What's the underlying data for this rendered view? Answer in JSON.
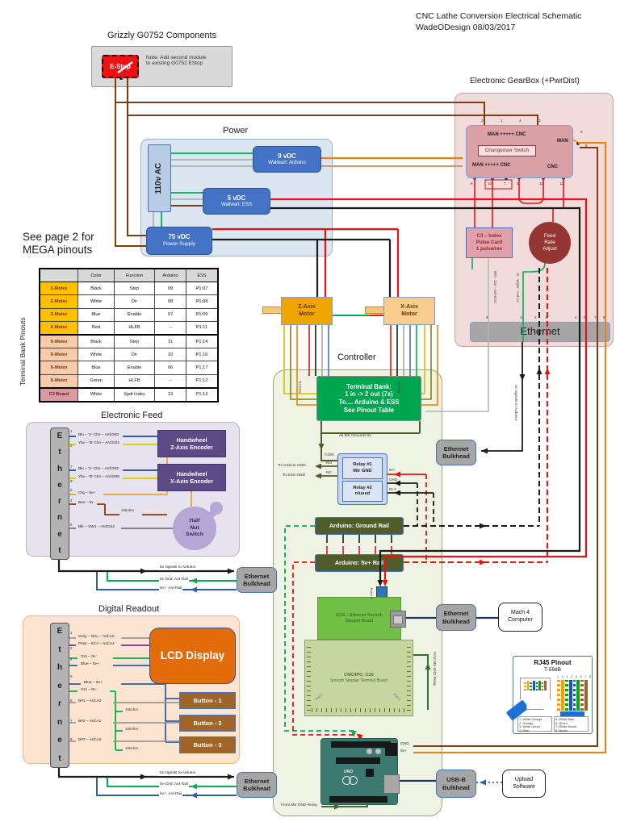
{
  "title": {
    "line1": "CNC Lathe Conversion Electrical Schematic",
    "line2": "WadeODesign 08/03/2017"
  },
  "grizzly": {
    "title": "Grizzly G0752 Components",
    "estop": "E-Stop",
    "note1": "Note: Add second module",
    "note2": "to existing G0752 EStop"
  },
  "power": {
    "title": "Power",
    "ac": "110v AC",
    "w9_line1": "9 vDC",
    "w9_line2": "Wallwart: Arduino",
    "w5_line1": "5 vDC",
    "w5_line2": "Wallwart: ESS",
    "ps_line1": "75 vDC",
    "ps_line2": "Power Supply"
  },
  "mega_note": {
    "line1": "See page 2 for",
    "line2": "MEGA pinouts"
  },
  "pinout_table": {
    "side_label": "Terminal Bank Pinouts",
    "headers": [
      "",
      "Color",
      "Function",
      "Arduino",
      "ESS"
    ],
    "rows": [
      [
        "Z-Motor",
        "Black",
        "Step",
        "09",
        "P1:07"
      ],
      [
        "Z-Motor",
        "White",
        "Dir",
        "08",
        "P1:08"
      ],
      [
        "Z-Motor",
        "Blue",
        "Enable",
        "07",
        "P1:09"
      ],
      [
        "Z-Motor",
        "Red",
        "HLFB",
        "--",
        "P1:11"
      ],
      [
        "X-Motor",
        "Black",
        "Step",
        "11",
        "P1:14"
      ],
      [
        "X-Motor",
        "White",
        "Dir",
        "10",
        "P1:16"
      ],
      [
        "X-Motor",
        "Blue",
        "Enable",
        "06",
        "P1:17"
      ],
      [
        "X-Motor",
        "Green",
        "HLFB",
        "--",
        "P1:12"
      ],
      [
        "C3 Board",
        "White",
        "Spdl Index",
        "13",
        "P1:13"
      ]
    ]
  },
  "gearbox": {
    "title": "Electronic GearBox (+PwrDist)",
    "man_cnc_top": "MAN +++++ CNC",
    "changeover": "Changeover Switch",
    "man_cnc_bottom": "MAN +++++ CNC",
    "cnc": "CNC",
    "man": "MAN",
    "pin1": "1",
    "pin2": "2",
    "pin3": "3",
    "pin4": "4",
    "pin5": "5",
    "pin6": "6",
    "pin7": "7",
    "pin8": "8",
    "pin9": "9",
    "pin10": "10",
    "pin11": "11",
    "pin12": "12",
    "c3_line1": "C3 – Index",
    "c3_line2": "Pulse Card",
    "c3_line3": "1 pulse/rev",
    "feed_line1": "Feed",
    "feed_line2": "Rate",
    "feed_line3": "Adjust",
    "wht_label": "Wht - Out - Ard+ESS",
    "gr_label": "Gr - Wiper - Ard:A3",
    "ethernet": "Ethernet",
    "epin6": "6",
    "epin3": "3",
    "epin2": "2",
    "epin1": "1",
    "epin4": "4",
    "epin5": "5",
    "epin7": "7",
    "epin8": "8"
  },
  "motors": {
    "z_line1": "Z-Axis",
    "z_line2": "Motor",
    "x_line1": "X-Axis",
    "x_line2": "Motor",
    "to_ess": "To ESS"
  },
  "controller": {
    "title": "Controller",
    "tb_line1": "Terminal Bank:",
    "tb_line2": "1 in -> 2 out  (7x)",
    "tb_line3": "To....  Arduino & ESS",
    "tb_line4": "See Pinout Table",
    "grounds": "All Mtr Grounds 6x",
    "com": "COM",
    "no": "NO",
    "nc": "NC",
    "to_arduino_gnd": "To Arduino GND",
    "to_ess_gnd": "To ESS GND",
    "relay1_line1": "Relay #1",
    "relay1_line2": "Mtr GND",
    "relay2_line1": "Relay #2",
    "relay2_line2": "n/used",
    "v5": "5v+",
    "gnd": "GND",
    "in1": "IN-1",
    "rail_gnd": "Arduino: Ground Rail",
    "rail_5v": "Arduino: 5v+ Rail",
    "ess_line1": "ESS – Ethernet Smooth",
    "ess_line2": "Stepper Board",
    "power_in": "Power In",
    "c25_line1": "CNC4PC: C25",
    "c25_line2": "Smooth Stepper Terminal Board",
    "port1": "Port 1",
    "port2": "Port 2",
    "from_relay": "From Mtr GND Relay",
    "sig2": "2x signals to Arduino"
  },
  "bulkhead": {
    "line1": "Ethernet",
    "line2": "Bulkhead",
    "usb_line1": "USB-B",
    "usb_line2": "Bulkhead"
  },
  "mach4": {
    "line1": "Mach 4",
    "line2": "Computer"
  },
  "upload": {
    "line1": "Upload",
    "line2": "Software"
  },
  "rj45": {
    "title": "RJ45 Pinout",
    "subtitle": "T-568B",
    "pin_numbers": "1 2 3 4 5 6 7 8",
    "legend_left": [
      "1. White Orange",
      "2. Orange",
      "3. White Green",
      "4. Blue"
    ],
    "legend_right": [
      "5. White Blue",
      "6. Green",
      "7. White Brown",
      "8. Brown"
    ]
  },
  "feed": {
    "title": "Electronic Feed",
    "ethernet": "Ethernet",
    "pins": [
      "1",
      "2",
      "7",
      "8",
      "5",
      "4",
      "6"
    ],
    "wires": [
      "Blu – 'A' Chn – Ard:D03",
      "Ylw – 'B' Chn – Ard:D04",
      "Blu – 'A' Chn – Ard:D02",
      "Ylw – 'B' Chn – Ard:D05",
      "Org – 5v+",
      "Brw – 0v",
      "Blk – SW1 – Ard:D12"
    ],
    "resistor": "10kohm",
    "hw_z_line1": "Handwheel",
    "hw_z_line2": "Z-Axis Encoder",
    "hw_x_line1": "Handwheel",
    "hw_x_line2": "X-Axis Encoder",
    "half_line1": "Half",
    "half_line2": "Nut",
    "half_line3": "Switch"
  },
  "dro": {
    "title": "Digital Readout",
    "ethernet": "Ethernet",
    "pins": [
      "1",
      "2",
      "4",
      "5",
      "8",
      "7",
      "6"
    ],
    "wires": [
      "Gray – SCL – Ard:A5",
      "Purp – SCA – Ard:A4",
      "Grn – 0v",
      "Blue – 5v+",
      "Blue – 5v+",
      "Grn – 0v",
      "B#1 – Ard:A0",
      "B#2 – Ard:A1",
      "B#3 – Ard:A2"
    ],
    "resistor": "10kohm",
    "lcd": "LCD Display",
    "btn1": "Button - 1",
    "btn2": "Button - 2",
    "btn3": "Button - 3"
  },
  "signals": {
    "sig5": "5x signals to Arduino",
    "gnd_rail": "0v Gnd: Ard Rail",
    "v5_rail": "5v+:   Ard Rail"
  },
  "arduino": {
    "gnd": "GND",
    "v9": "9v+",
    "logo": "UNO"
  },
  "colors": {
    "estop": "#ee1111",
    "bank_green": "#00a550",
    "lcd_orange": "#e26b0a",
    "encoder_purple": "#5b4a86",
    "rail_olive": "#4f5d2a",
    "panel_blue": "#dce6f1",
    "panel_pink": "#f1dbdb",
    "panel_green": "#eff3e3",
    "panel_lavender": "#e6e2ee",
    "panel_peach": "#fce4d0"
  }
}
